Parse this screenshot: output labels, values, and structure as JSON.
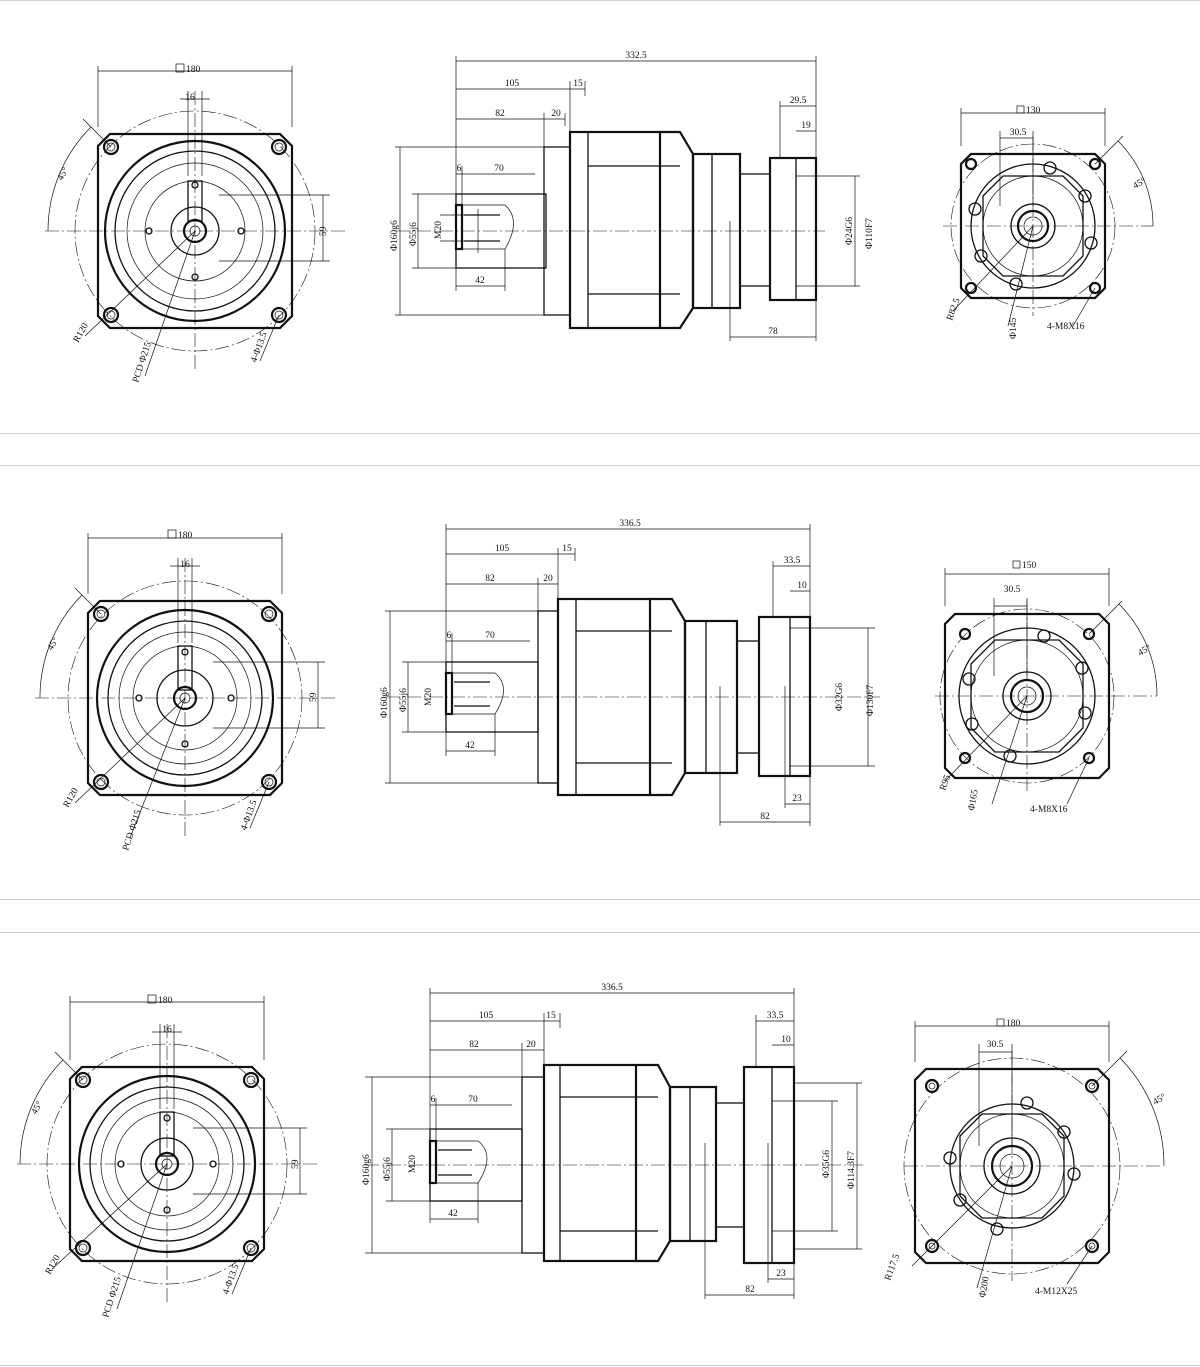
{
  "panels": [
    {
      "front": {
        "square": "180",
        "key": "16",
        "angle": "45°",
        "offset": "59",
        "radius": "R120",
        "pcd": "PCD Φ215",
        "holes": "4-Φ13.5"
      },
      "side": {
        "total": "332.5",
        "d1": "105",
        "d2": "15",
        "d3": "82",
        "d4": "20",
        "d5": "6",
        "d6": "70",
        "d7": "42",
        "d8": "29.5",
        "d9": "19",
        "d10": "78",
        "dia1": "Φ160g6",
        "dia2": "Φ55j6",
        "thread": "M20",
        "dia3": "Φ24G6",
        "dia4": "Φ110F7"
      },
      "flange": {
        "square": "130",
        "key": "30.5",
        "angle": "45°",
        "radius": "R82.5",
        "pcd": "Φ145",
        "holes": "4-M8X16"
      }
    },
    {
      "front": {
        "square": "180",
        "key": "16",
        "angle": "45°",
        "offset": "59",
        "radius": "R120",
        "pcd": "PCD Φ215",
        "holes": "4-Φ13.5"
      },
      "side": {
        "total": "336.5",
        "d1": "105",
        "d2": "15",
        "d3": "82",
        "d4": "20",
        "d5": "6",
        "d6": "70",
        "d7": "42",
        "d8": "33.5",
        "d9": "10",
        "d10": "82",
        "d11": "23",
        "dia1": "Φ160g6",
        "dia2": "Φ55j6",
        "thread": "M20",
        "dia3": "Φ32G6",
        "dia4": "Φ130F7"
      },
      "flange": {
        "square": "150",
        "key": "30.5",
        "angle": "45°",
        "radius": "R95",
        "pcd": "Φ165",
        "holes": "4-M8X16"
      }
    },
    {
      "front": {
        "square": "180",
        "key": "16",
        "angle": "45°",
        "offset": "59",
        "radius": "R120",
        "pcd": "PCD Φ215",
        "holes": "4-Φ13.5"
      },
      "side": {
        "total": "336.5",
        "d1": "105",
        "d2": "15",
        "d3": "82",
        "d4": "20",
        "d5": "6",
        "d6": "70",
        "d7": "42",
        "d8": "33.5",
        "d9": "10",
        "d10": "82",
        "d11": "23",
        "dia1": "Φ160g6",
        "dia2": "Φ55j6",
        "thread": "M20",
        "dia3": "Φ35G6",
        "dia4": "Φ114.3F7"
      },
      "flange": {
        "square": "180",
        "key": "30.5",
        "angle": "45°",
        "radius": "R117.5",
        "pcd": "Φ200",
        "holes": "4-M12X25"
      }
    }
  ]
}
